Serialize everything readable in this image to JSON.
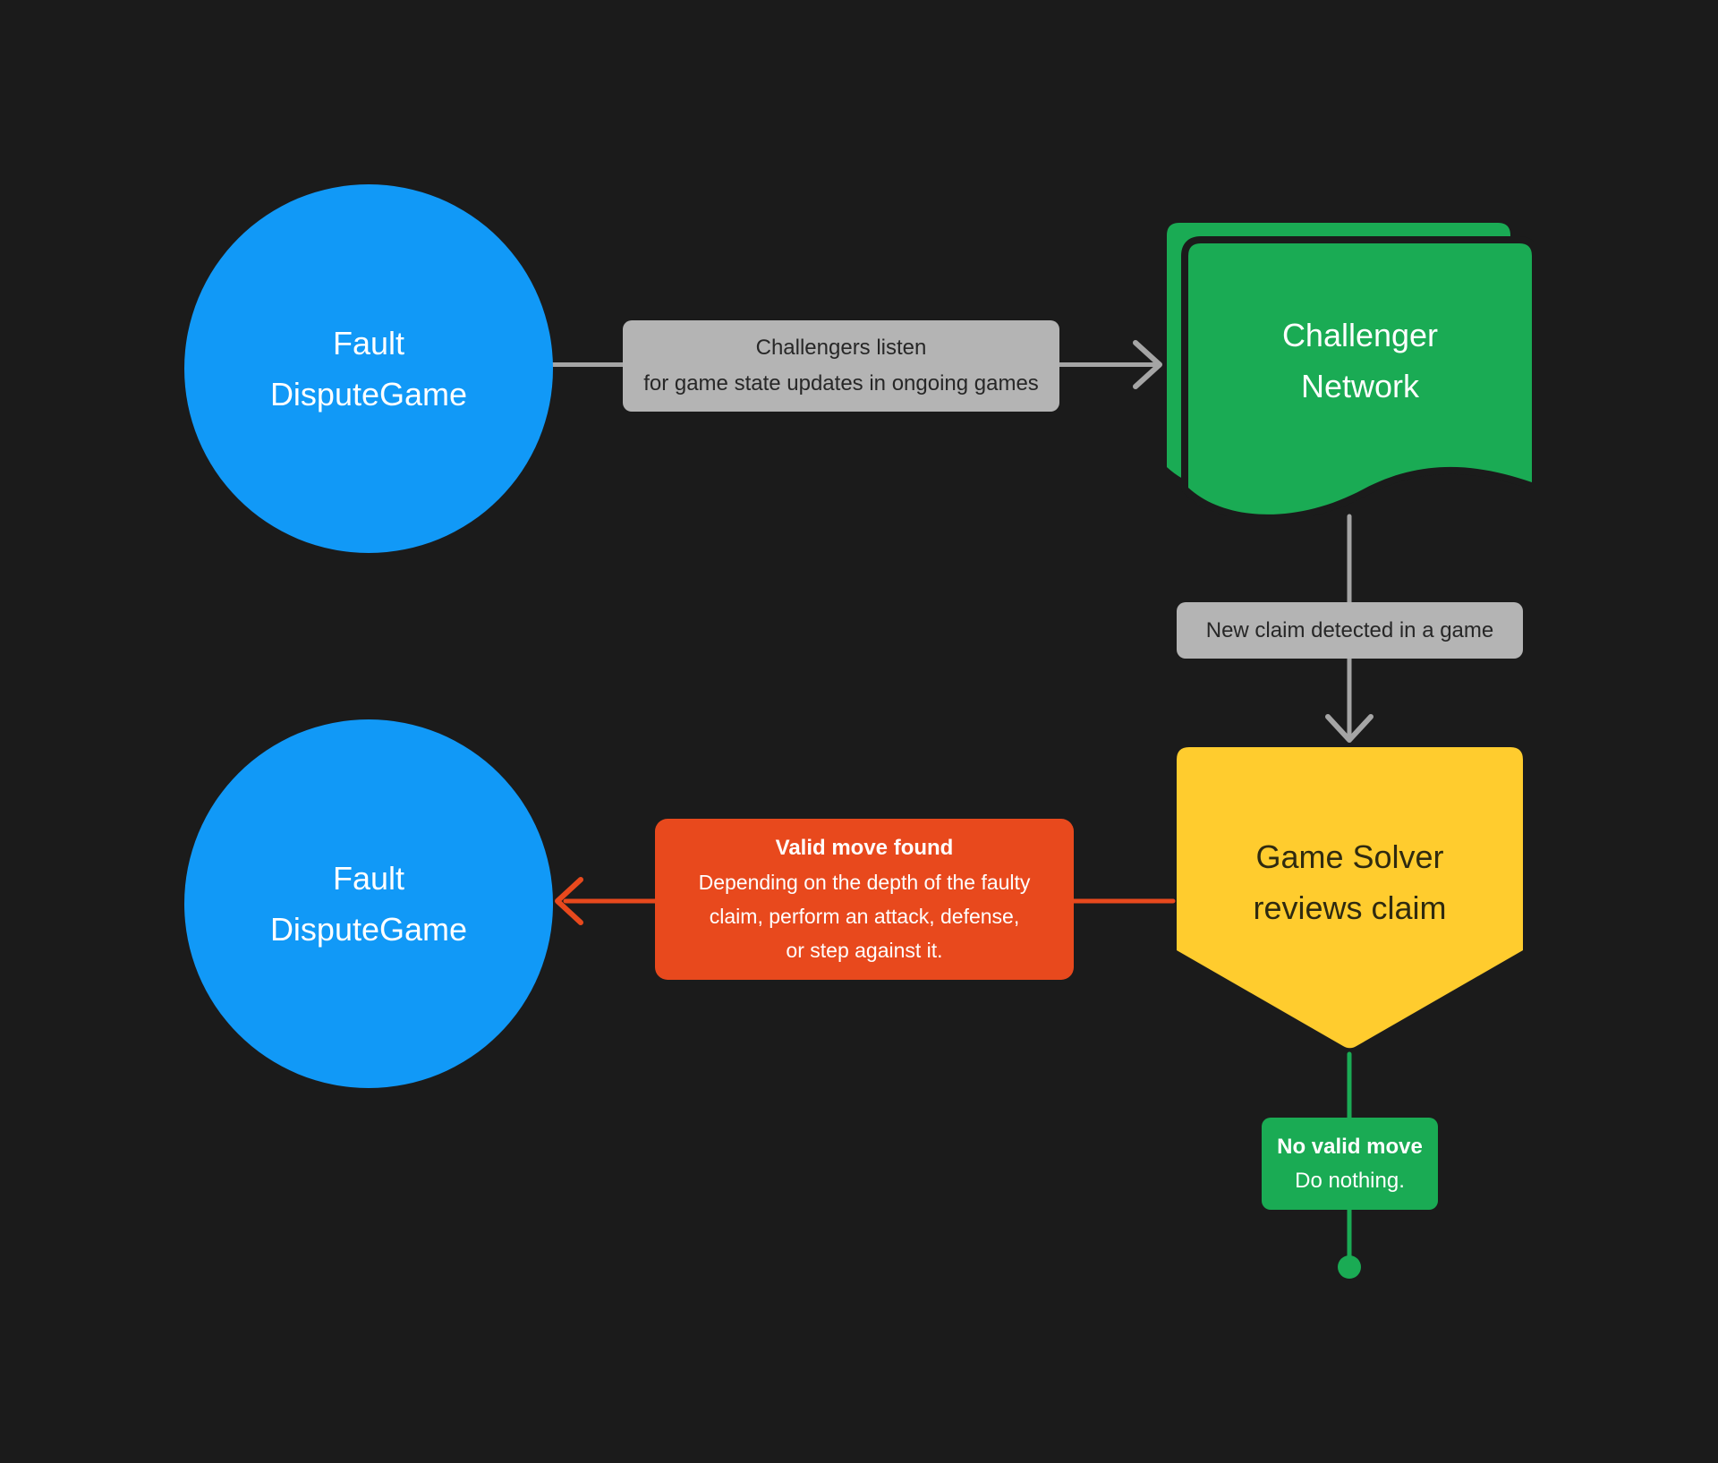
{
  "diagram": {
    "background": "#1b1b1b",
    "nodes": {
      "fault_top": {
        "lines": [
          "Fault",
          "DisputeGame"
        ],
        "fill": "#1199f7",
        "text_color": "#ffffff"
      },
      "challenger_network": {
        "lines": [
          "Challenger",
          "Network"
        ],
        "fill": "#1aab54",
        "text_color": "#ffffff"
      },
      "game_solver": {
        "lines": [
          "Game Solver",
          "reviews claim"
        ],
        "fill": "#ffcc2e",
        "text_color": "#2f2a10"
      },
      "fault_bottom": {
        "lines": [
          "Fault",
          "DisputeGame"
        ],
        "fill": "#1199f7",
        "text_color": "#ffffff"
      }
    },
    "labels": {
      "challengers_listen": {
        "lines": [
          "Challengers listen",
          "for game state updates in ongoing games"
        ],
        "fill": "#b4b4b4",
        "text_color": "#272727"
      },
      "new_claim": {
        "lines": [
          "New claim detected in a game"
        ],
        "fill": "#b4b4b4",
        "text_color": "#272727"
      },
      "valid_move": {
        "title": "Valid move found",
        "lines": [
          "Depending on the depth of the faulty",
          "claim, perform an attack, defense,",
          "or step against it."
        ],
        "fill": "#e8491d",
        "text_color": "#ffffff"
      },
      "no_valid_move": {
        "title": "No valid move",
        "lines": [
          "Do nothing."
        ],
        "fill": "#1aab54",
        "text_color": "#ffffff"
      }
    },
    "connectors": {
      "gray": "#a5a5a5",
      "valid_move_color": "#e8491d",
      "no_valid_move_color": "#1aab54",
      "terminal_dot_color": "#1aab54"
    }
  }
}
